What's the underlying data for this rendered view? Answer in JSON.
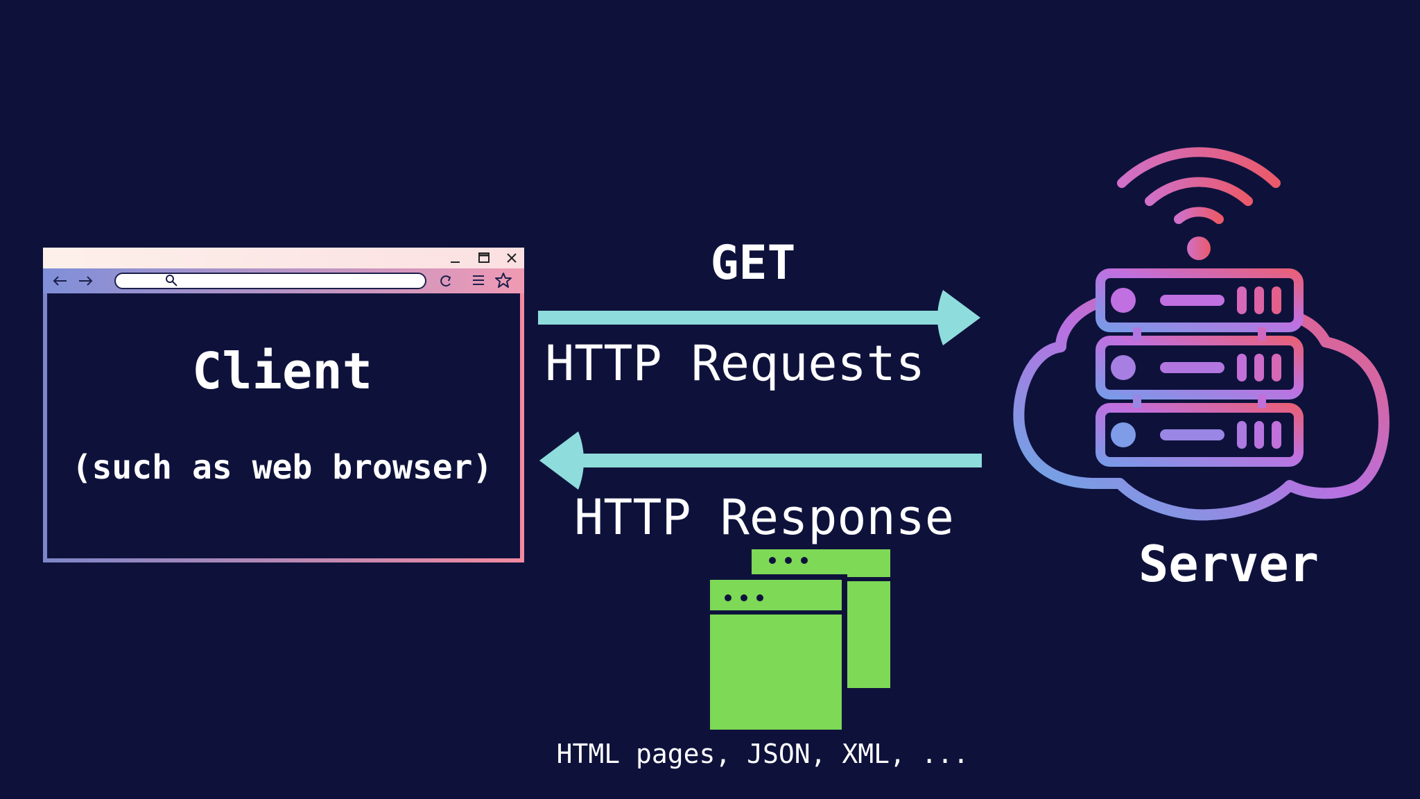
{
  "colors": {
    "background": "#0e123b",
    "arrow": "#8fdcdc",
    "text": "#ffffff",
    "pages": "#7dd956",
    "gradient_start": "#5fb0e6",
    "gradient_mid": "#b870e0",
    "gradient_end": "#e8607a"
  },
  "client": {
    "title": "Client",
    "subtitle": "(such as web browser)",
    "icons": {
      "minimize": "minimize-icon",
      "maximize": "maximize-icon",
      "close": "close-icon",
      "back": "back-arrow-icon",
      "forward": "forward-arrow-icon",
      "search": "search-icon",
      "reload": "reload-icon",
      "menu": "menu-icon",
      "bookmark": "star-icon"
    }
  },
  "request": {
    "method": "GET",
    "label": "HTTP Requests"
  },
  "response": {
    "label": "HTTP Response",
    "formats": "HTML pages, JSON, XML, ..."
  },
  "server": {
    "label": "Server",
    "icon": "cloud-server-icon"
  }
}
